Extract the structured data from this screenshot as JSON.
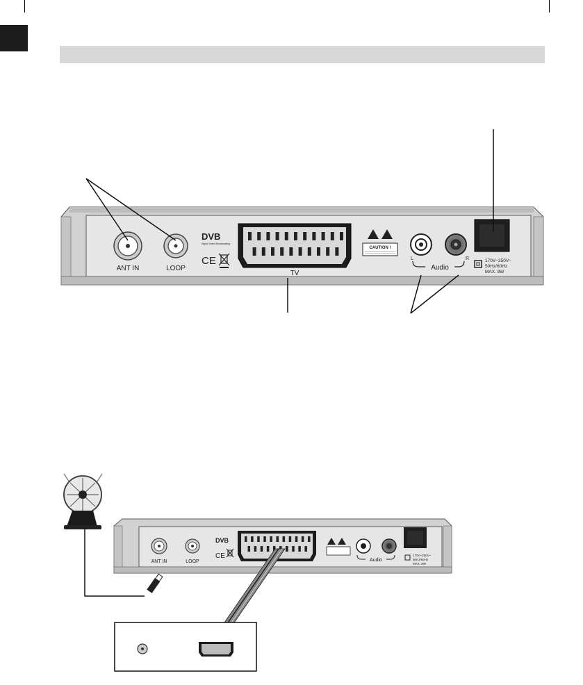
{
  "panel": {
    "ant_in": "ANT IN",
    "loop": "LOOP",
    "tv": "TV",
    "audio": "Audio",
    "audio_left": "L",
    "audio_right": "R",
    "dvb_logo": "DVB",
    "dvb_sub": "Digital Video Broadcasting",
    "ce_mark": "CE",
    "caution_title": "CAUTION !",
    "power_rating": [
      "170V~250V~",
      "50Hz/60Hz",
      "MAX. 8W"
    ]
  },
  "colors": {
    "heading_bar": "#d8d8d8",
    "tab_marker": "#1c1c1c",
    "panel_face": "#e6e6e6",
    "chassis": "#cfcfcf",
    "power_socket": "#1e1e1e"
  },
  "icons": [
    "antenna-icon",
    "weee-bin-icon",
    "warning-triangle-icon",
    "double-insulation-icon"
  ]
}
